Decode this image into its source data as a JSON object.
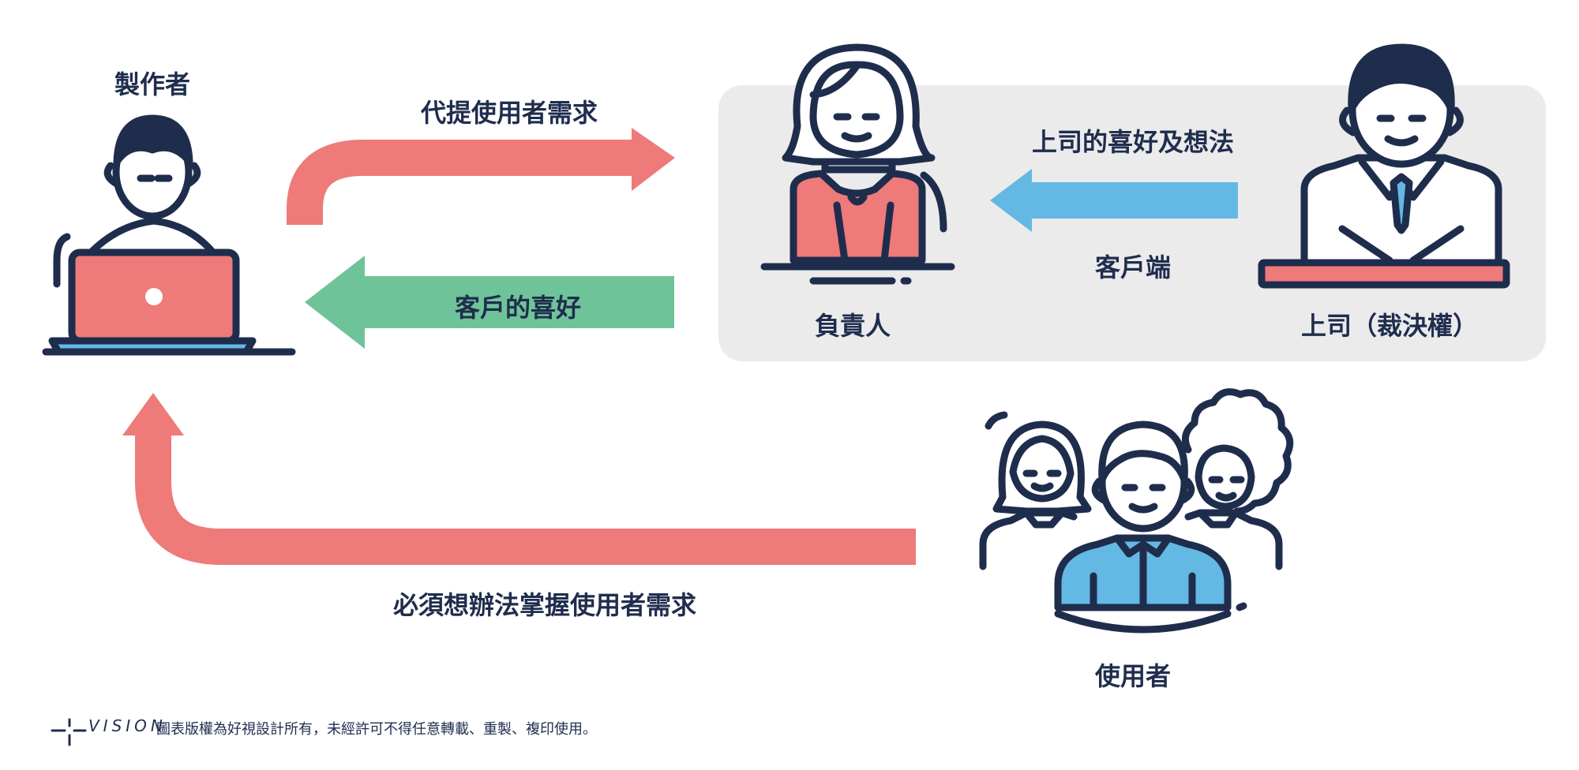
{
  "colors": {
    "navy": "#1f2d4d",
    "red": "#ee7a7a",
    "green": "#6fc398",
    "blue": "#64b8e4",
    "panel": "#ebebeb"
  },
  "nodes": {
    "maker": {
      "label": "製作者",
      "icon": "person-with-laptop-icon"
    },
    "manager": {
      "label": "負責人",
      "icon": "woman-icon"
    },
    "boss": {
      "label": "上司（裁決權）",
      "icon": "businessman-icon"
    },
    "users": {
      "label": "使用者",
      "icon": "group-of-people-icon"
    }
  },
  "panel": {
    "label": "客戶端"
  },
  "arrows": {
    "proxy_needs": {
      "label": "代提使用者需求",
      "color": "red"
    },
    "client_pref": {
      "label": "客戶的喜好",
      "color": "green"
    },
    "boss_pref": {
      "label": "上司的喜好及想法",
      "color": "blue"
    },
    "user_needs": {
      "label": "必須想辦法掌握使用者需求",
      "color": "red"
    }
  },
  "footer": {
    "logo_text": "VISION",
    "note": "圖表版權為好視設計所有，未經許可不得任意轉載、重製、複印使用。"
  }
}
